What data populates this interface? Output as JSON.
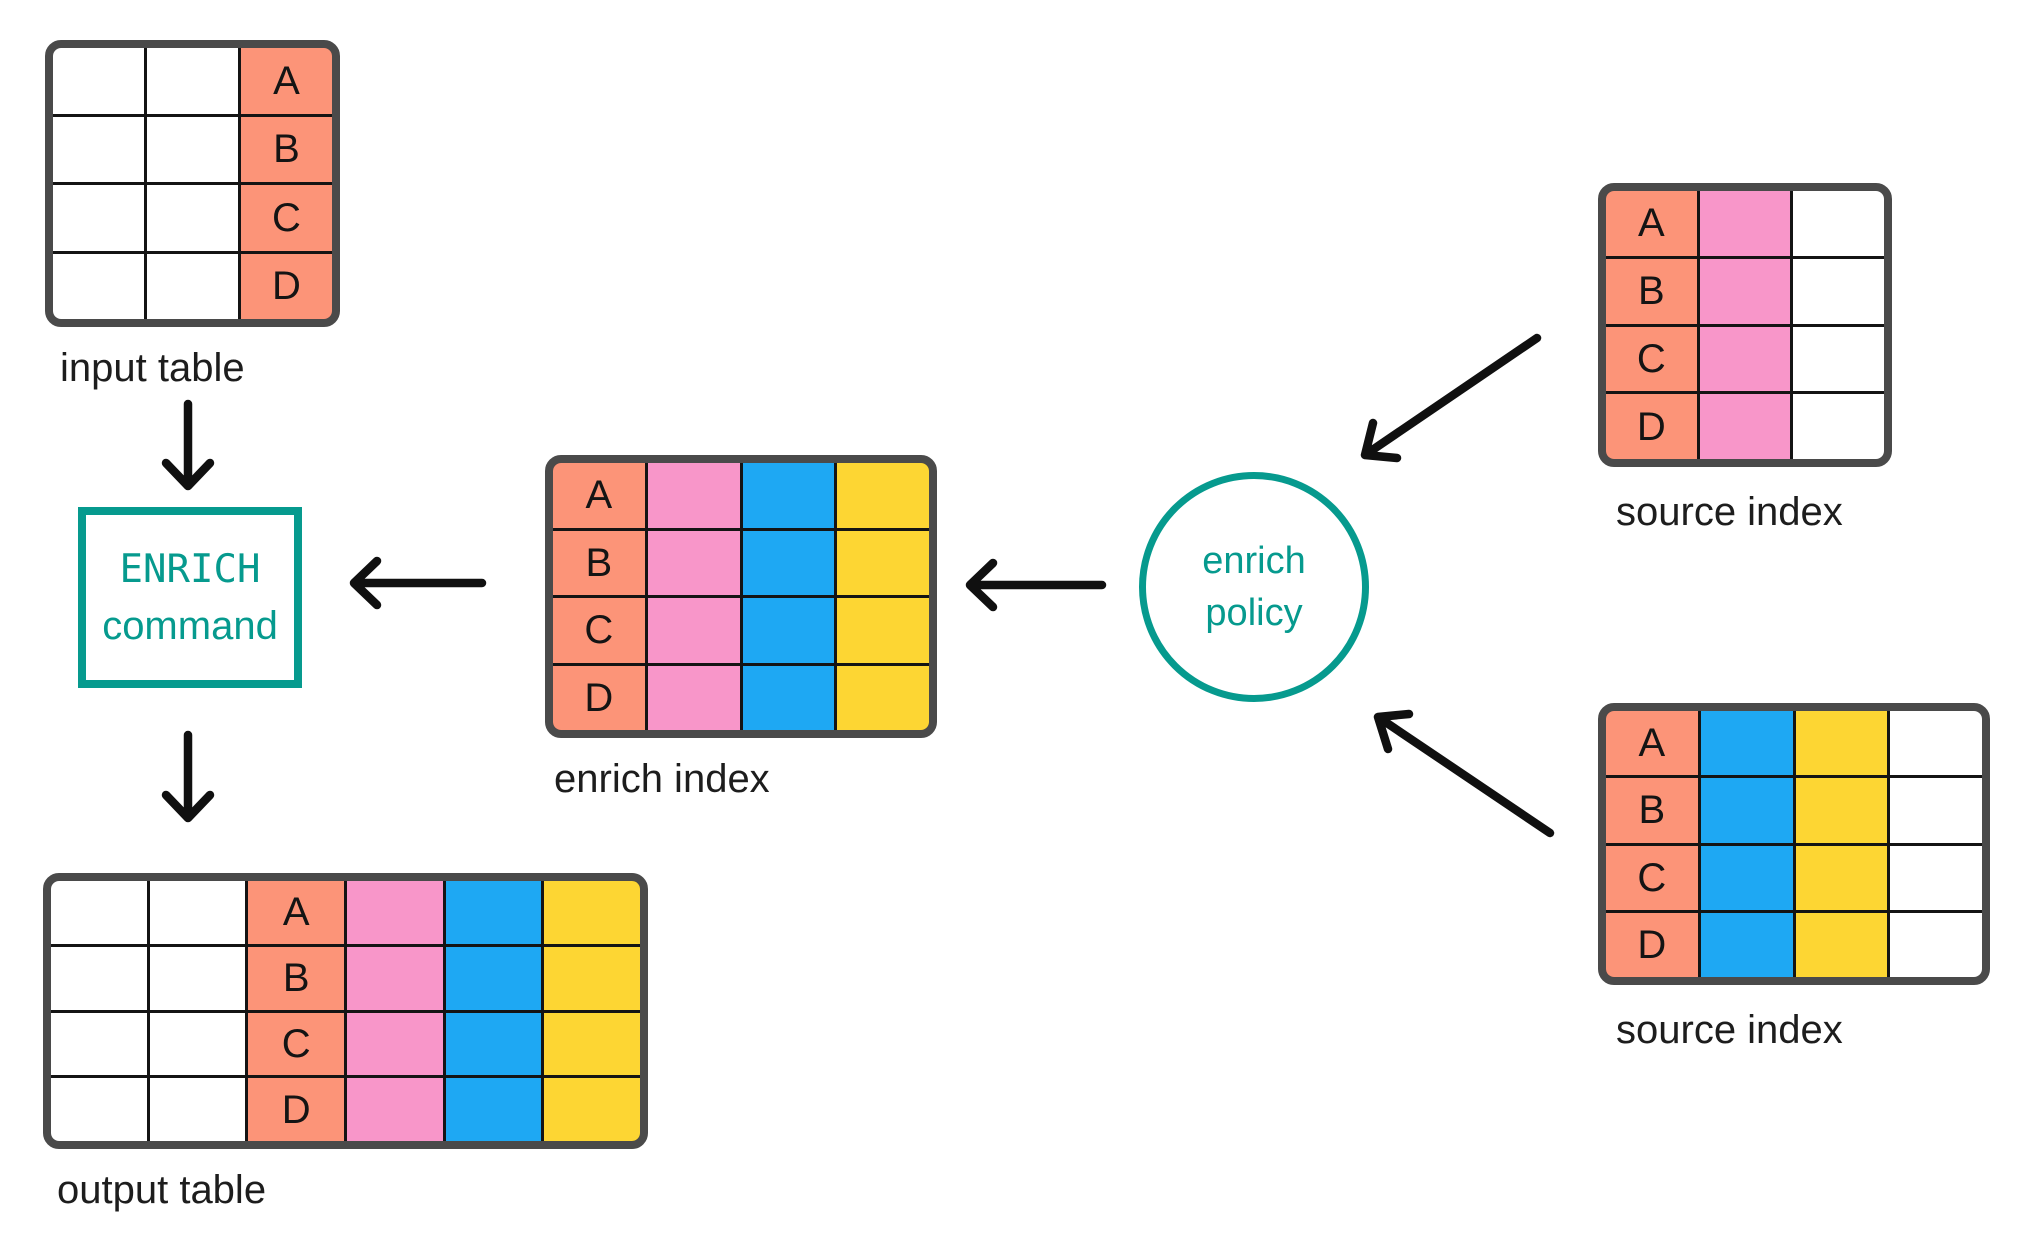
{
  "colors": {
    "salmon": "#fc9478",
    "pink": "#f896c9",
    "blue": "#1ea8f3",
    "yellow": "#fdd633",
    "teal": "#069a8e",
    "white": "#ffffff",
    "table_border": "#4a4a4a",
    "grid_line": "#141414",
    "arrow": "#101010",
    "text": "#1d1d1d"
  },
  "letters": [
    "A",
    "B",
    "C",
    "D"
  ],
  "tables": [
    {
      "name": "input-table",
      "label": "input table",
      "columns": [
        {
          "fill": "white"
        },
        {
          "fill": "white"
        },
        {
          "fill": "salmon",
          "letters": true
        }
      ]
    },
    {
      "name": "enrich-index",
      "label": "enrich index",
      "columns": [
        {
          "fill": "salmon",
          "letters": true
        },
        {
          "fill": "pink"
        },
        {
          "fill": "blue"
        },
        {
          "fill": "yellow"
        }
      ]
    },
    {
      "name": "source-index-top",
      "label": "source index",
      "columns": [
        {
          "fill": "salmon",
          "letters": true
        },
        {
          "fill": "pink"
        },
        {
          "fill": "white"
        }
      ]
    },
    {
      "name": "source-index-bottom",
      "label": "source index",
      "columns": [
        {
          "fill": "salmon",
          "letters": true
        },
        {
          "fill": "blue"
        },
        {
          "fill": "yellow"
        },
        {
          "fill": "white"
        }
      ]
    },
    {
      "name": "output-table",
      "label": "output table",
      "columns": [
        {
          "fill": "white"
        },
        {
          "fill": "white"
        },
        {
          "fill": "salmon",
          "letters": true
        },
        {
          "fill": "pink"
        },
        {
          "fill": "blue"
        },
        {
          "fill": "yellow"
        }
      ]
    }
  ],
  "enrich_command": {
    "line1": "ENRICH",
    "line2": "command"
  },
  "enrich_policy": {
    "line1": "enrich",
    "line2": "policy"
  }
}
